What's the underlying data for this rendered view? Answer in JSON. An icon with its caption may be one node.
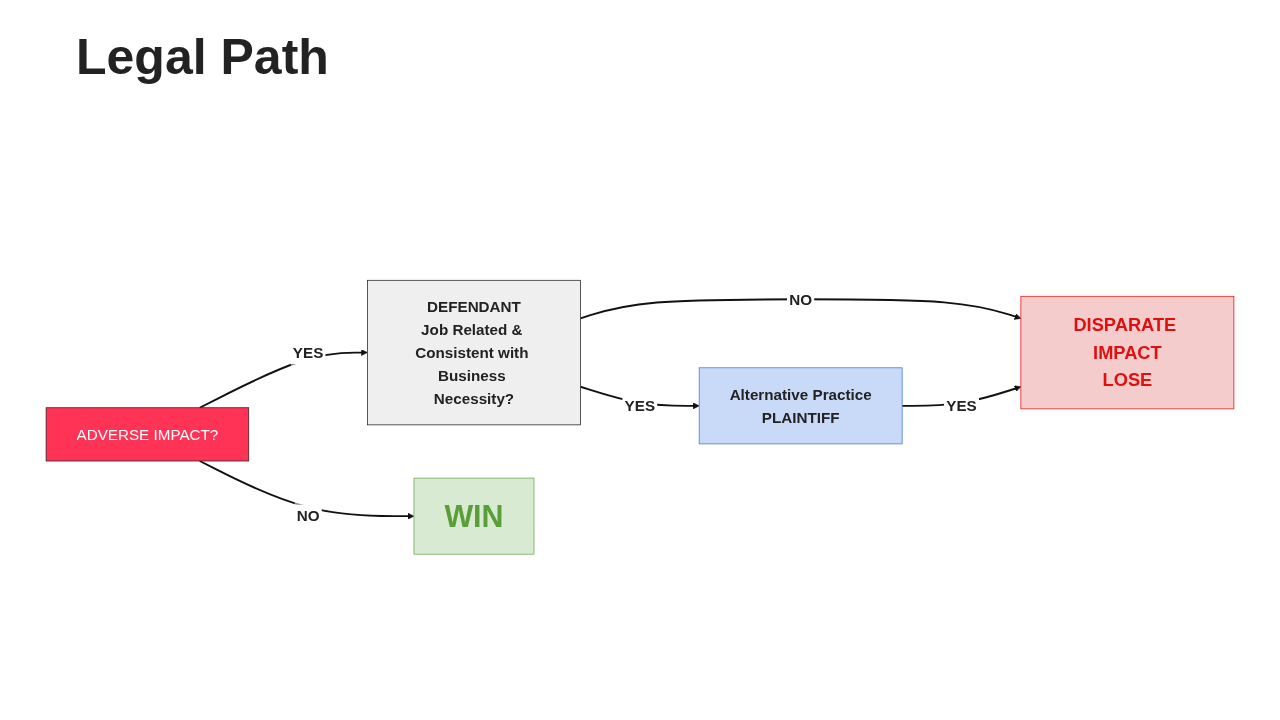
{
  "diagram": {
    "title": "Legal Path",
    "nodes": [
      {
        "text": [
          "ADVERSE IMPACT?"
        ]
      },
      {
        "text": [
          "DEFENDANT",
          "Job Related & Consistent with Business Necessity?"
        ]
      },
      {
        "text": [
          "DISPARATE IMPACT",
          "LOSE"
        ]
      },
      {
        "text": [
          "WIN"
        ]
      },
      {
        "text": [
          "Alternative Practice",
          "PLAINTIFF"
        ]
      }
    ],
    "edges": [
      {
        "from": 0,
        "to": 1,
        "arrow": "to",
        "label": "YES"
      },
      {
        "from": 0,
        "to": 3,
        "arrow": "to",
        "label": "NO"
      },
      {
        "from": 1,
        "to": 2,
        "arrow": "to",
        "label": "NO"
      },
      {
        "from": 1,
        "to": 4,
        "arrow": "to",
        "label": "YES"
      },
      {
        "from": 4,
        "to": 2,
        "arrow": "to",
        "label": "YES"
      }
    ]
  }
}
